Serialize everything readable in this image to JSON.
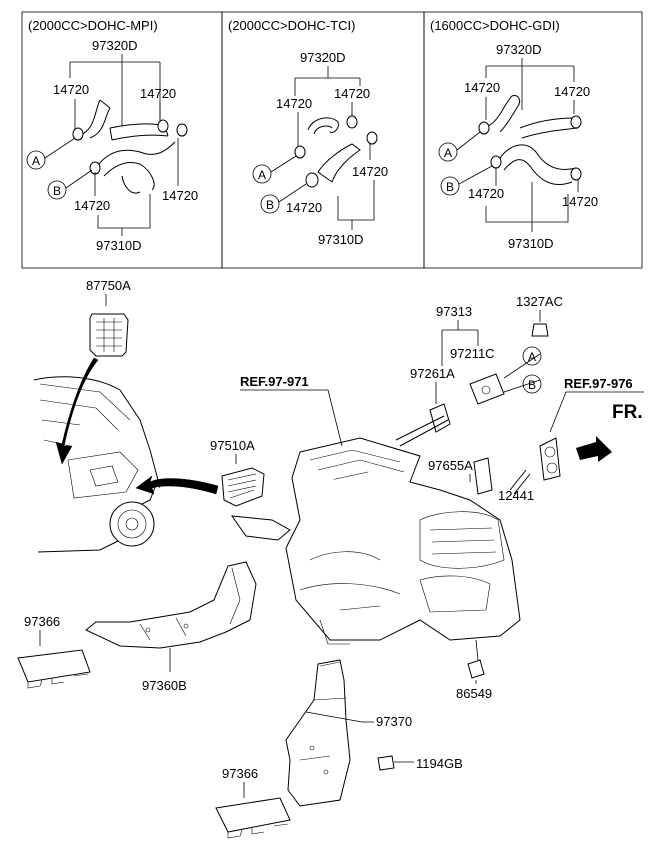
{
  "variants": [
    {
      "header": "(2000CC>DOHC-MPI)",
      "upper_hose": "97320D",
      "lower_hose": "97310D",
      "clamp": "14720"
    },
    {
      "header": "(2000CC>DOHC-TCI)",
      "upper_hose": "97320D",
      "lower_hose": "97310D",
      "clamp": "14720"
    },
    {
      "header": "(1600CC>DOHC-GDI)",
      "upper_hose": "97320D",
      "lower_hose": "97310D",
      "clamp": "14720"
    }
  ],
  "connectors": {
    "a": "A",
    "b": "B"
  },
  "refs": {
    "ref1": "REF.97-971",
    "ref2": "REF.97-976"
  },
  "front_label": "FR.",
  "parts": {
    "vent_grille": "87750A",
    "vent_duct": "97510A",
    "gasket_kit": "97313",
    "nut": "1327AC",
    "pipe_plate": "97211C",
    "gasket": "97261A",
    "grommet": "97655A",
    "bolt_12441": "12441",
    "floor_duct_left": "97360B",
    "floor_duct_right": "97370",
    "duct_connector_left": "97366",
    "duct_connector_right": "97366",
    "bolt_86549": "86549",
    "screw_1194gb": "1194GB"
  }
}
